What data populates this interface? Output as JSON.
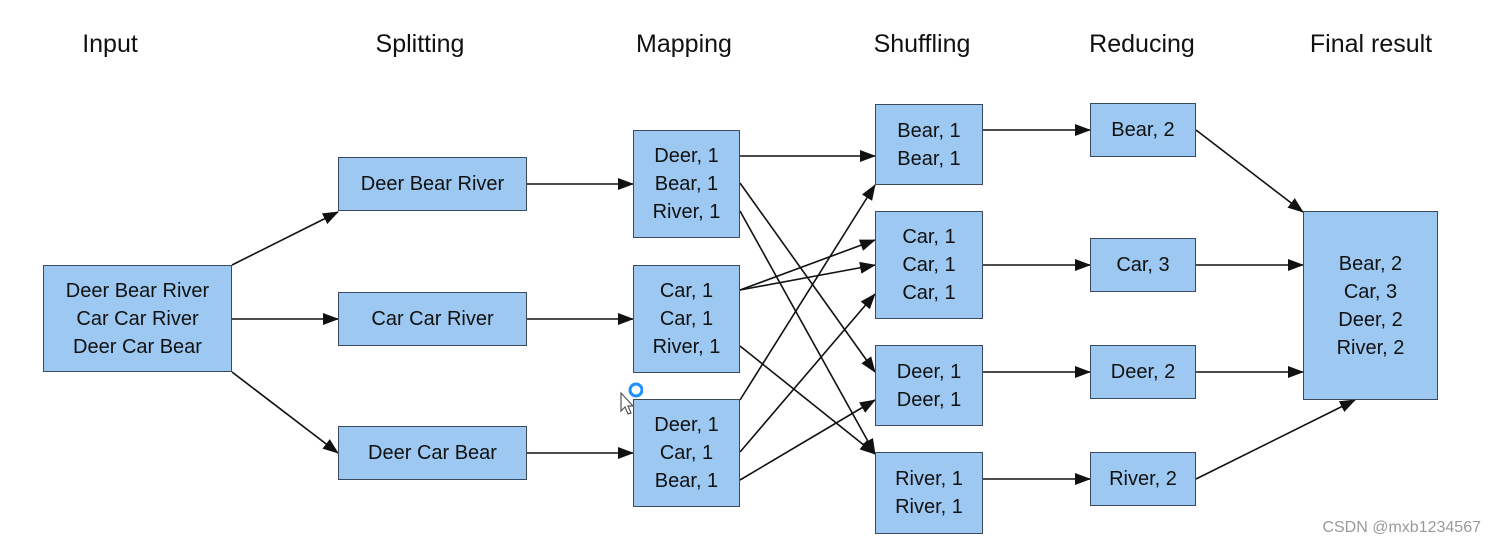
{
  "stages": [
    "Input",
    "Splitting",
    "Mapping",
    "Shuffling",
    "Reducing",
    "Final result"
  ],
  "input": [
    "Deer Bear River",
    "Car Car River",
    "Deer Car Bear"
  ],
  "splits": [
    [
      "Deer Bear River"
    ],
    [
      "Car Car River"
    ],
    [
      "Deer Car Bear"
    ]
  ],
  "maps": [
    [
      "Deer, 1",
      "Bear, 1",
      "River, 1"
    ],
    [
      "Car, 1",
      "Car, 1",
      "River, 1"
    ],
    [
      "Deer, 1",
      "Car, 1",
      "Bear, 1"
    ]
  ],
  "shuffles": [
    [
      "Bear, 1",
      "Bear, 1"
    ],
    [
      "Car, 1",
      "Car, 1",
      "Car, 1"
    ],
    [
      "Deer, 1",
      "Deer, 1"
    ],
    [
      "River, 1",
      "River, 1"
    ]
  ],
  "reduces": [
    "Bear, 2",
    "Car, 3",
    "Deer, 2",
    "River, 2"
  ],
  "final": [
    "Bear, 2",
    "Car, 3",
    "Deer, 2",
    "River, 2"
  ],
  "watermark": "CSDN @mxb1234567",
  "colors": {
    "box_fill": "#9cc8f2",
    "box_border": "#3b4a5c",
    "arrow": "#111111",
    "cursor_ring": "#1e90ff"
  }
}
